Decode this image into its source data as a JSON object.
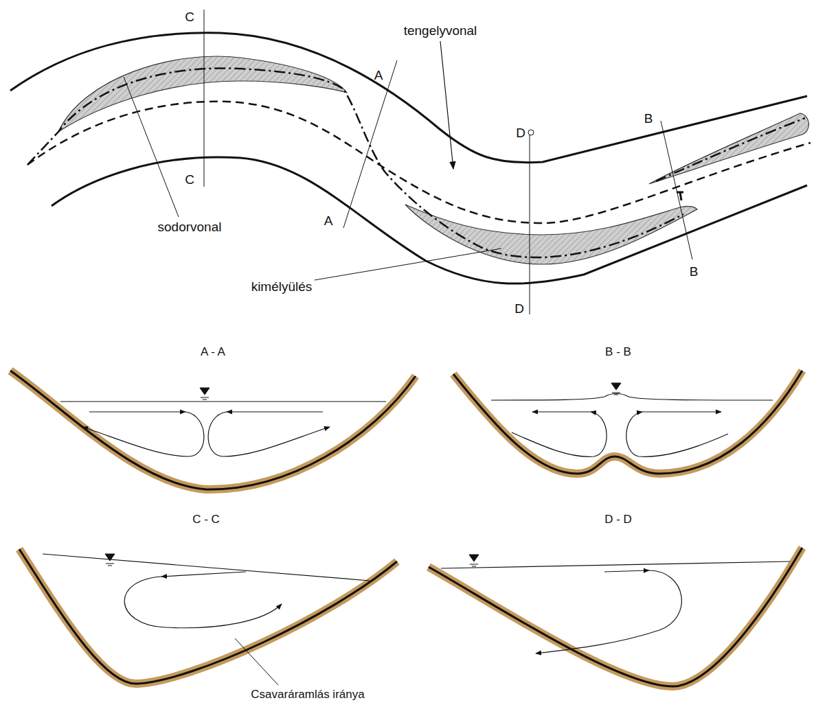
{
  "diagram": {
    "labels": [
      "C",
      "C",
      "A",
      "A",
      "D",
      "D",
      "B",
      "B",
      "tengelyvonal",
      "sodorvonal",
      "kimélyülés",
      "A - A",
      "B - B",
      "C - C",
      "D - D",
      "Csavaráramlás iránya"
    ]
  }
}
